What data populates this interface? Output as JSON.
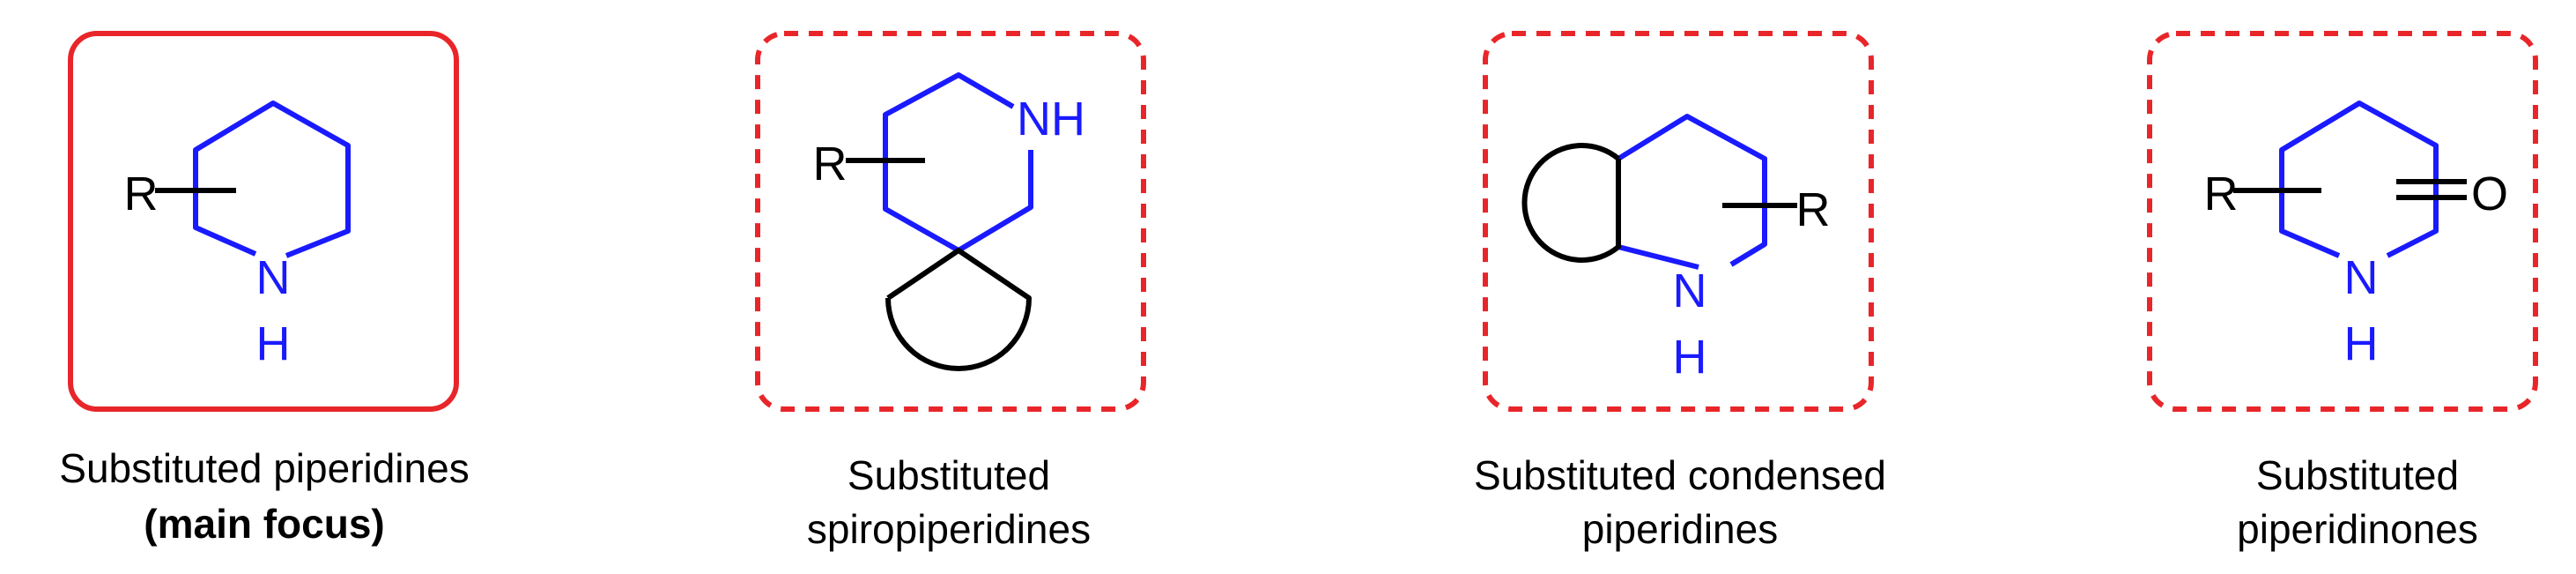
{
  "colors": {
    "frame": "#e8262a",
    "ring": "#1a1aff",
    "substituent": "#000000",
    "caption": "#000000"
  },
  "panels": [
    {
      "frame_style": "solid",
      "atoms": {
        "substituent": "R",
        "nitrogen": "N",
        "hydrogen": "H"
      },
      "caption": {
        "line1": "Substituted piperidines",
        "line2": "(main focus)"
      }
    },
    {
      "frame_style": "dashed",
      "atoms": {
        "substituent": "R",
        "amine": "NH"
      },
      "caption": {
        "line1": "Substituted",
        "line2": "spiropiperidines"
      }
    },
    {
      "frame_style": "dashed",
      "atoms": {
        "substituent": "R",
        "nitrogen": "N",
        "hydrogen": "H"
      },
      "caption": {
        "line1": "Substituted condensed",
        "line2": "piperidines"
      }
    },
    {
      "frame_style": "dashed",
      "atoms": {
        "substituent": "R",
        "nitrogen": "N",
        "hydrogen": "H",
        "oxygen": "O"
      },
      "caption": {
        "line1": "Substituted",
        "line2": "piperidinones"
      }
    }
  ]
}
